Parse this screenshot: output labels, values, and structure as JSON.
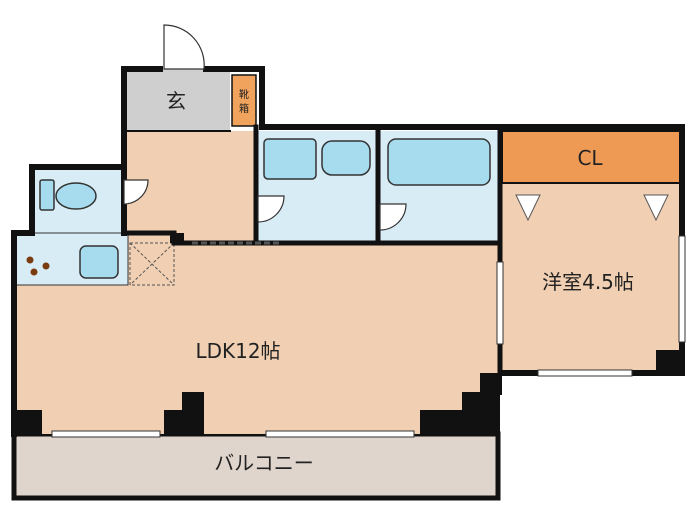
{
  "rooms": {
    "entrance": "玄",
    "shoe_cabinet": "靴箱",
    "closet": "CL",
    "western_room": "洋室4.5帖",
    "ldk": "LDK12帖",
    "balcony": "バルコニー"
  },
  "colors": {
    "floor_wood": "#f1cfb2",
    "wet_area": "#d8ecf6",
    "fixture_blue": "#a7dbee",
    "entrance_tile": "#cfcfcf",
    "closet_orange": "#ee9a55",
    "shoe_cabinet": "#f0a35c",
    "balcony": "#e0d5cd",
    "wall": "#111111"
  }
}
